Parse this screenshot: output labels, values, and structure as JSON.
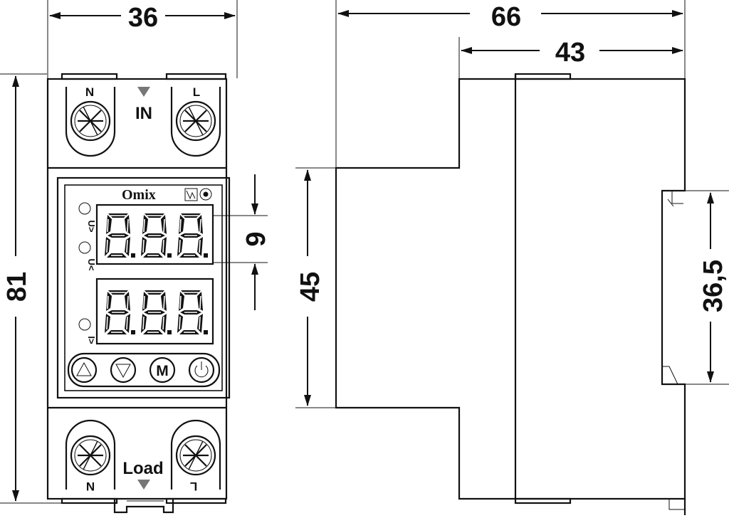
{
  "dimensions": {
    "front_width": "36",
    "front_height": "81",
    "side_depth_total": "66",
    "side_depth_front": "43",
    "side_height_middle": "45",
    "din_rail_height": "36,5",
    "display_digit_height": "9"
  },
  "front": {
    "brand": "Omix",
    "top_label": "IN",
    "bottom_label": "Load",
    "top_terminals": [
      "N",
      "L"
    ],
    "bottom_terminals": [
      "N",
      "L"
    ],
    "indicators": [
      "U>",
      "U<",
      "I>"
    ],
    "display_top": "8.8.8.",
    "display_bottom": "8.8.8.",
    "buttons": [
      "up",
      "down",
      "M",
      "power"
    ],
    "button_m_label": "M"
  },
  "icons": [
    "arrow-down-marker",
    "screw-terminal",
    "cert-mark"
  ]
}
